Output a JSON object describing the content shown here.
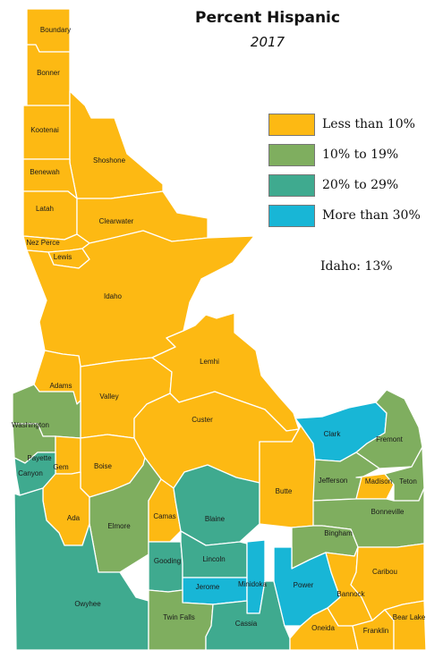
{
  "title": "Percent Hispanic",
  "subtitle": "2017",
  "state_note": "Idaho: 13%",
  "colors": {
    "lt10": "#FDB913",
    "10to19": "#7FAE5F",
    "20to29": "#3FAA8F",
    "gt30": "#18B6D6"
  },
  "legend": [
    {
      "key": "lt10",
      "label": "Less than 10%"
    },
    {
      "key": "10to19",
      "label": "10% to 19%"
    },
    {
      "key": "20to29",
      "label": "20% to 29%"
    },
    {
      "key": "gt30",
      "label": "More than 30%"
    }
  ],
  "chart_data": {
    "type": "choropleth",
    "region": "Idaho",
    "year": "2017",
    "counties": [
      {
        "name": "Boundary",
        "category": "lt10"
      },
      {
        "name": "Bonner",
        "category": "lt10"
      },
      {
        "name": "Kootenai",
        "category": "lt10"
      },
      {
        "name": "Shoshone",
        "category": "lt10"
      },
      {
        "name": "Benewah",
        "category": "lt10"
      },
      {
        "name": "Latah",
        "category": "lt10"
      },
      {
        "name": "Clearwater",
        "category": "lt10"
      },
      {
        "name": "Nez Perce",
        "category": "lt10"
      },
      {
        "name": "Lewis",
        "category": "lt10"
      },
      {
        "name": "Idaho",
        "category": "lt10"
      },
      {
        "name": "Adams",
        "category": "lt10"
      },
      {
        "name": "Valley",
        "category": "lt10"
      },
      {
        "name": "Lemhi",
        "category": "lt10"
      },
      {
        "name": "Washington",
        "category": "10to19"
      },
      {
        "name": "Payette",
        "category": "10to19"
      },
      {
        "name": "Gem",
        "category": "lt10"
      },
      {
        "name": "Boise",
        "category": "lt10"
      },
      {
        "name": "Custer",
        "category": "lt10"
      },
      {
        "name": "Canyon",
        "category": "20to29"
      },
      {
        "name": "Ada",
        "category": "lt10"
      },
      {
        "name": "Elmore",
        "category": "10to19"
      },
      {
        "name": "Camas",
        "category": "lt10"
      },
      {
        "name": "Blaine",
        "category": "20to29"
      },
      {
        "name": "Butte",
        "category": "lt10"
      },
      {
        "name": "Clark",
        "category": "gt30"
      },
      {
        "name": "Fremont",
        "category": "10to19"
      },
      {
        "name": "Jefferson",
        "category": "10to19"
      },
      {
        "name": "Madison",
        "category": "lt10"
      },
      {
        "name": "Teton",
        "category": "10to19"
      },
      {
        "name": "Bonneville",
        "category": "10to19"
      },
      {
        "name": "Bingham",
        "category": "10to19"
      },
      {
        "name": "Owyhee",
        "category": "20to29"
      },
      {
        "name": "Gooding",
        "category": "20to29"
      },
      {
        "name": "Lincoln",
        "category": "20to29"
      },
      {
        "name": "Jerome",
        "category": "gt30"
      },
      {
        "name": "Minidoka",
        "category": "gt30"
      },
      {
        "name": "Twin Falls",
        "category": "10to19"
      },
      {
        "name": "Cassia",
        "category": "20to29"
      },
      {
        "name": "Power",
        "category": "gt30"
      },
      {
        "name": "Bannock",
        "category": "lt10"
      },
      {
        "name": "Caribou",
        "category": "lt10"
      },
      {
        "name": "Oneida",
        "category": "lt10"
      },
      {
        "name": "Franklin",
        "category": "lt10"
      },
      {
        "name": "Bear Lake",
        "category": "lt10"
      }
    ]
  }
}
